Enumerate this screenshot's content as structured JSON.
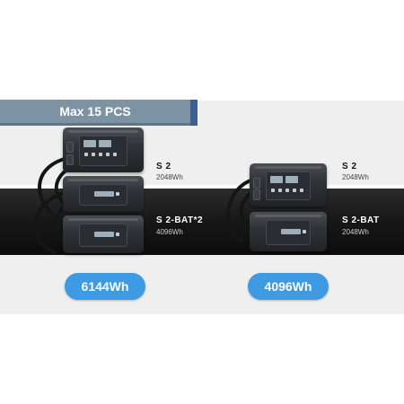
{
  "banner": {
    "text": "Max 15 PCS"
  },
  "left_config": {
    "items": [
      {
        "name": "S 2",
        "capacity": "2048Wh"
      },
      {
        "name": "S 2-BAT*2",
        "capacity": "4096Wh"
      }
    ],
    "plus": "+",
    "total": "6144Wh"
  },
  "right_config": {
    "items": [
      {
        "name": "S 2",
        "capacity": "2048Wh"
      },
      {
        "name": "S 2-BAT",
        "capacity": "2048Wh"
      }
    ],
    "plus": "+",
    "total": "4096Wh"
  },
  "colors": {
    "banner": "#7d93a4",
    "badge": "#3d9ae3",
    "stripe": "#171717"
  }
}
